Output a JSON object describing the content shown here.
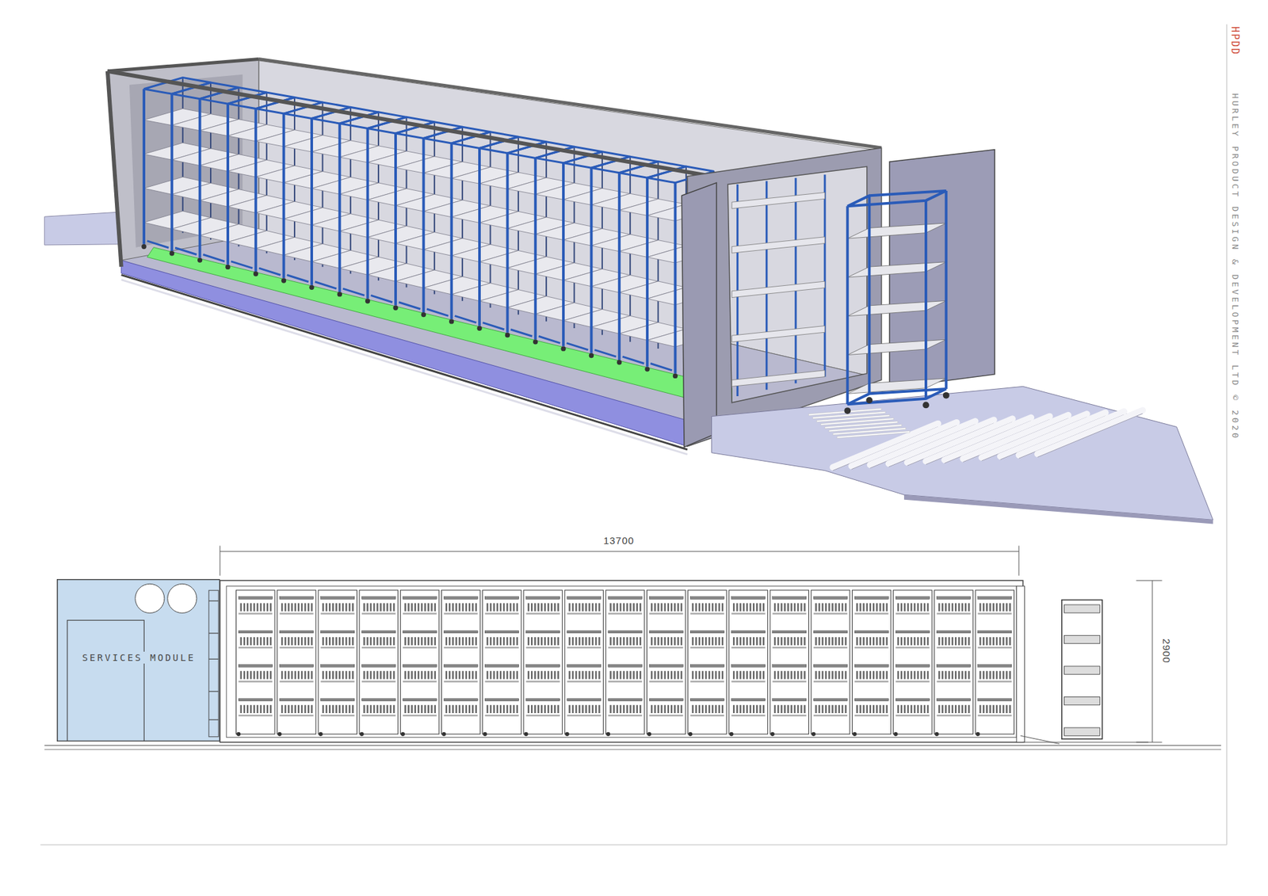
{
  "diagram": {
    "nodes": [
      {
        "text": [
          "SERVICES MODULE"
        ]
      }
    ],
    "labels": [
      "HPDD",
      "HURLEY PRODUCT DESIGN & DEVELOPMENT LTD © 2020",
      "13700",
      "2900"
    ]
  }
}
